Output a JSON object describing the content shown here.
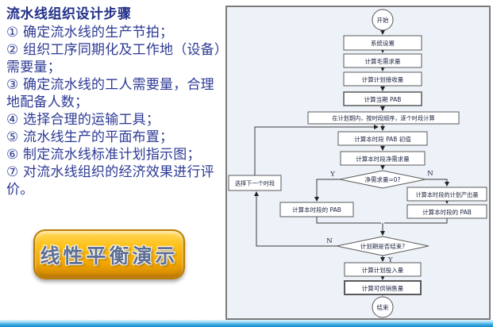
{
  "left_panel": {
    "title": "流水线组织设计步骤",
    "steps": [
      "① 确定流水线的生产节拍；",
      "② 组织工序同期化及工作地（设备）需要量；",
      "③ 确定流水线的工人需要量，合理地配备人数；",
      "④ 选择合理的运输工具；",
      "⑤ 流水线生产的平面布置；",
      "⑥ 制定流水线标准计划指示图；",
      "⑦ 对流水线组织的经济效果进行评价。"
    ],
    "demo_button_label": "线性平衡演示"
  },
  "flowchart": {
    "start": "开始",
    "system_setup": "系统设置",
    "gross_requirement": "计算毛需求量",
    "planned_receipts": "计算计划接收量",
    "current_pab": "计算当期 PAB",
    "loop_header": "在计划期内，按时段顺序，逐个时段计算",
    "pab_initial": "计算本时段 PAB 初值",
    "net_requirement": "计算本时段净需求量",
    "net_req_decision": "净需求量=0?",
    "select_next_period": "选择下一个时段",
    "pab_left": "计算本时段的 PAB",
    "planned_output": "计算本时段的计划产出量",
    "pab_right": "计算本时段的 PAB",
    "period_end_decision": "计划期是否结束?",
    "planned_input": "计算计划投入量",
    "available_to_sell": "计算可供销售量",
    "end": "结束",
    "label_yes": "Y",
    "label_no": "N"
  },
  "colors": {
    "title_text": "#233188",
    "body_text": "#2c3a94",
    "button_gold": "#f0a400",
    "button_border": "#bd7e00",
    "panel_background": "#edf1f8",
    "panel_border": "#7b7b7b",
    "bottom_bar_blue": "#38a9e2",
    "flow_text": "#1d2340"
  }
}
